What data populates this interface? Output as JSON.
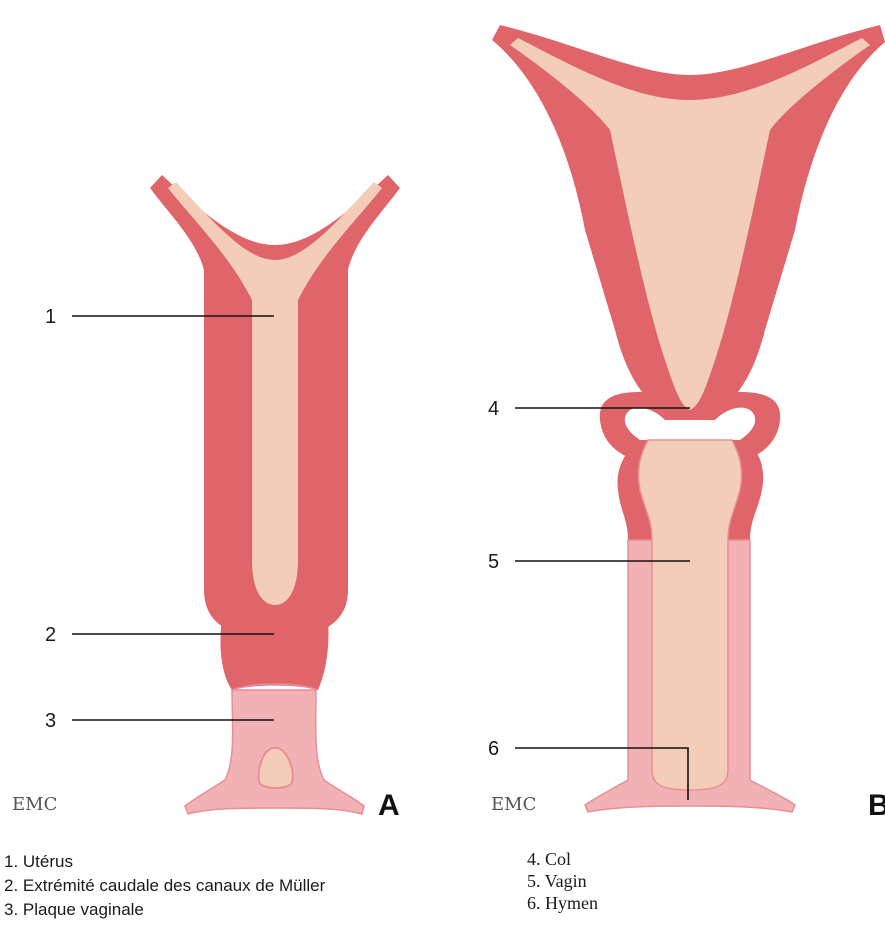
{
  "colors": {
    "wall": "#e0656a",
    "wall_edge": "#c9515a",
    "cavity": "#f3cdb8",
    "vaginal_plate": "#f2b2b5",
    "vaginal_plate_edge": "#e98e95"
  },
  "panel_a": {
    "letter": "A",
    "watermark": "EMC",
    "callouts": [
      {
        "num": "1",
        "structure": "uterus"
      },
      {
        "num": "2",
        "structure": "mullerian-caudal-end"
      },
      {
        "num": "3",
        "structure": "vaginal-plate"
      }
    ]
  },
  "panel_b": {
    "letter": "B",
    "watermark": "EMC",
    "callouts": [
      {
        "num": "4",
        "structure": "cervix"
      },
      {
        "num": "5",
        "structure": "vagina"
      },
      {
        "num": "6",
        "structure": "hymen"
      }
    ]
  },
  "legend_left": [
    "1. Utérus",
    "2. Extrémité caudale des canaux de Müller",
    "3. Plaque vaginale"
  ],
  "legend_right": [
    "4. Col",
    "5. Vagin",
    "6. Hymen"
  ]
}
